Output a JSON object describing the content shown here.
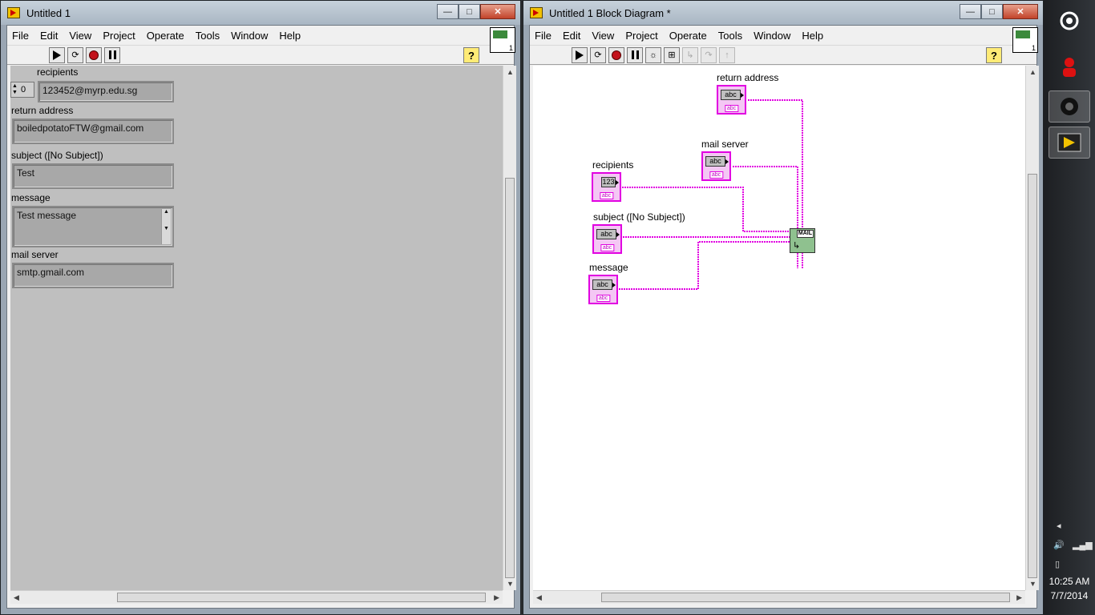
{
  "front_panel": {
    "title": "Untitled 1",
    "menu": [
      "File",
      "Edit",
      "View",
      "Project",
      "Operate",
      "Tools",
      "Window",
      "Help"
    ],
    "controls": {
      "recipients_label": "recipients",
      "recipients_index": "0",
      "recipients_value": "123452@myrp.edu.sg",
      "return_address_label": "return address",
      "return_address_value": "boiledpotatoFTW@gmail.com",
      "subject_label": "subject ([No Subject])",
      "subject_value": "Test",
      "message_label": "message",
      "message_value": "Test message",
      "mail_server_label": "mail server",
      "mail_server_value": "smtp.gmail.com"
    }
  },
  "block_diagram": {
    "title": "Untitled 1 Block Diagram *",
    "menu": [
      "File",
      "Edit",
      "View",
      "Project",
      "Operate",
      "Tools",
      "Window",
      "Help"
    ],
    "terminals": {
      "return_address": "return address",
      "mail_server": "mail server",
      "recipients": "recipients",
      "subject": "subject ([No Subject])",
      "message": "message"
    },
    "terminal_glyph": "abc",
    "array_glyph": "123",
    "mail_node_label": "MAIL",
    "wire_color": "#e100e1"
  },
  "icons": {
    "window_minimize": "minimize-icon",
    "window_maximize": "maximize-icon",
    "window_close": "close-icon",
    "run": "run-arrow-icon",
    "run_continuously": "run-continuously-icon",
    "abort": "abort-icon",
    "pause": "pause-icon",
    "help": "?"
  },
  "window_buttons": {
    "minimize": "—",
    "maximize": "□",
    "close": "✕"
  },
  "taskbar": {
    "time": "10:25 AM",
    "date": "7/7/2014"
  }
}
